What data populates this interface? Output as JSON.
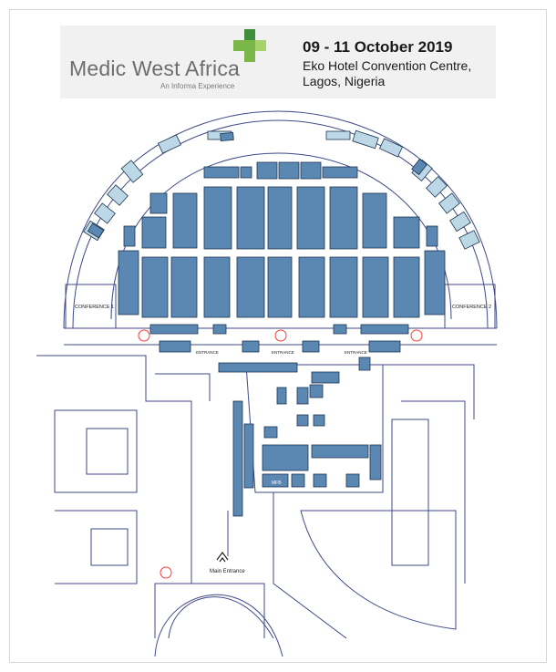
{
  "header": {
    "brand": "Medic West Africa",
    "tagline": "An Informa Experience",
    "dates": "09 - 11 October 2019",
    "venue_line1": "Eko Hotel Convention Centre,",
    "venue_line2": "Lagos, Nigeria"
  },
  "map": {
    "labels": {
      "conference_1": "CONFERENCE 1",
      "conference_2": "CONFERENCE 2",
      "entrance_left": "ENTRANCE",
      "entrance_mid": "ENTRANCE",
      "entrance_right": "ENTRANCE",
      "main_entrance": "Main Entrance",
      "mfb": "MFB"
    },
    "colors": {
      "booth": "#5b87b3",
      "booth_edge": "#1f3550",
      "wall": "#3f4a8a",
      "light_booth": "#bcd8e6",
      "accent": "#ff3b3b",
      "logo_green": "#7ab648"
    }
  }
}
